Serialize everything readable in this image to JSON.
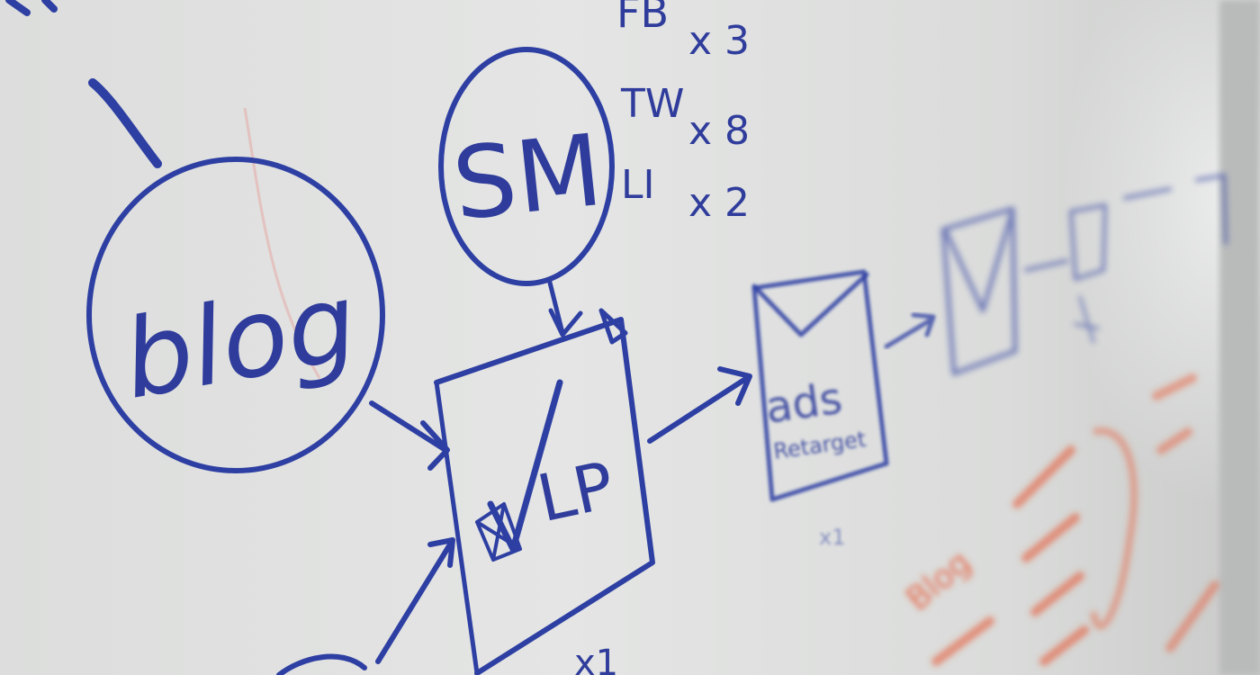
{
  "whiteboard": {
    "colors": {
      "board": "#e2e3e2",
      "blue_marker": "#2e3fa3",
      "red_marker": "#e8512a"
    },
    "bubbles": {
      "blog": "blog",
      "sm": "SM"
    },
    "box_label": "LP",
    "box_count": "x1",
    "ad_box": {
      "line1": "ads",
      "line2": "Retarget",
      "count": "x1"
    },
    "list": [
      {
        "label": "FB",
        "qty": "x 3"
      },
      {
        "label": "TW",
        "qty": "x 8"
      },
      {
        "label": "LI",
        "qty": "x 2"
      }
    ],
    "orange_notes": [
      "Blog"
    ]
  }
}
